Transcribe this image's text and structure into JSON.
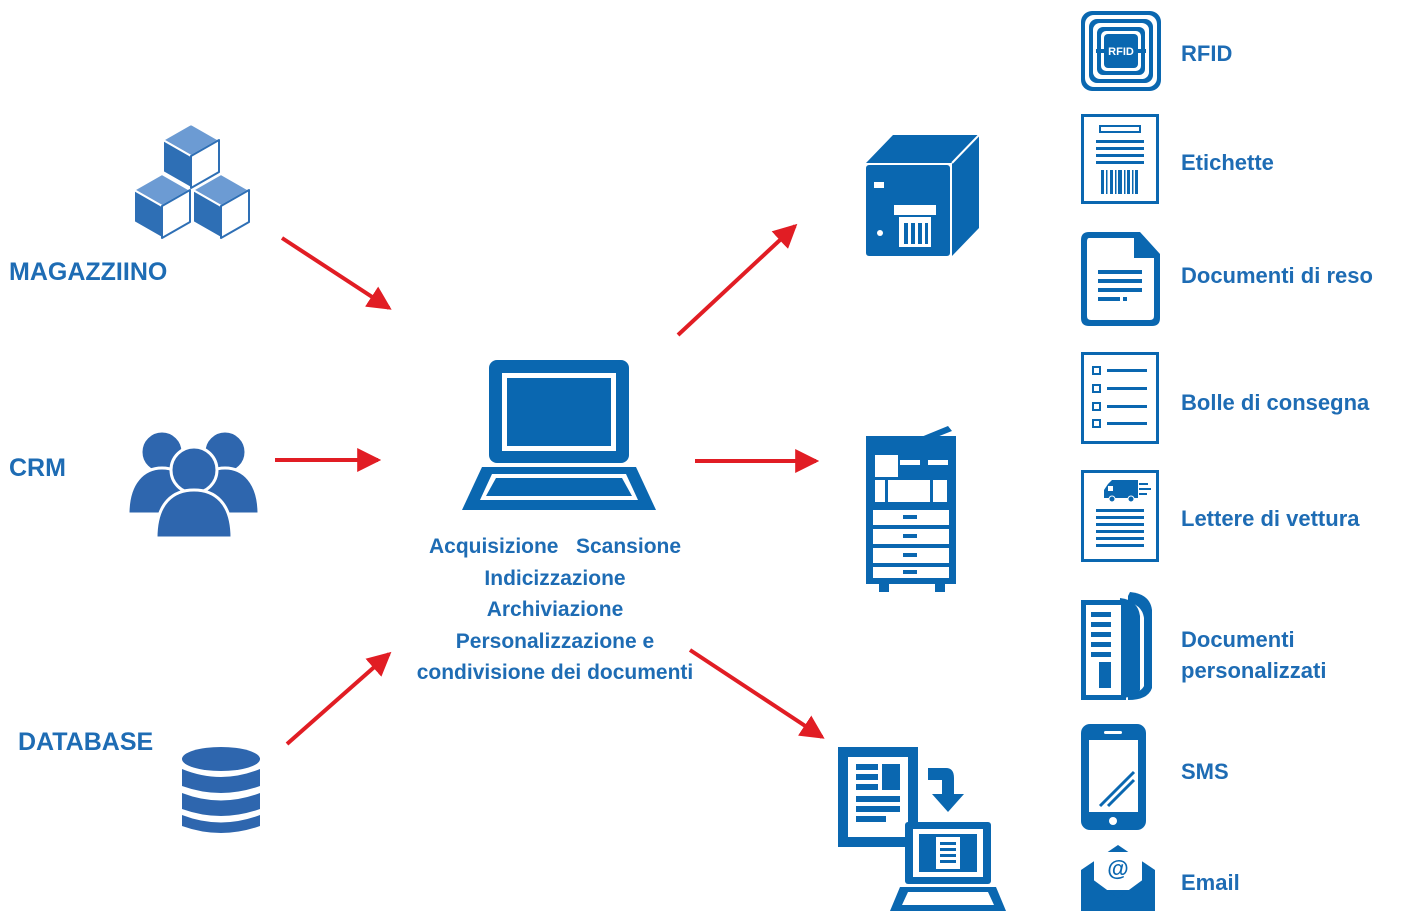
{
  "colors": {
    "primary": "#0a67b0",
    "label": "#1e6cb4",
    "arrow": "#e11d24"
  },
  "sources": [
    {
      "id": "magazzino",
      "label": "MAGAZZIINO",
      "icon": "cubes-icon"
    },
    {
      "id": "crm",
      "label": "CRM",
      "icon": "users-icon"
    },
    {
      "id": "database",
      "label": "DATABASE",
      "icon": "database-icon"
    }
  ],
  "center": {
    "icon": "laptop-icon",
    "lines": [
      "Acquisizione   Scansione",
      "Indicizzazione",
      "Archiviazione",
      "Personalizzazione e",
      "condivisione dei documenti"
    ]
  },
  "devices": [
    {
      "id": "card-printer",
      "icon": "card-printer-icon"
    },
    {
      "id": "multifunction-printer",
      "icon": "copier-icon"
    },
    {
      "id": "digital-documents",
      "icon": "document-to-computer-icon"
    }
  ],
  "outputs": [
    {
      "label": "RFID",
      "icon": "rfid-icon",
      "badge": "RFID"
    },
    {
      "label": "Etichette",
      "icon": "barcode-label-icon"
    },
    {
      "label": "Documenti di reso",
      "icon": "document-icon"
    },
    {
      "label": "Bolle di consegna",
      "icon": "checklist-icon"
    },
    {
      "label": "Lettere di vettura",
      "icon": "truck-document-icon"
    },
    {
      "label": "Documenti\npersonalizzati",
      "icon": "stacked-documents-icon"
    },
    {
      "label": "SMS",
      "icon": "smartphone-icon"
    },
    {
      "label": "Email",
      "icon": "envelope-icon",
      "badge": "@"
    }
  ]
}
